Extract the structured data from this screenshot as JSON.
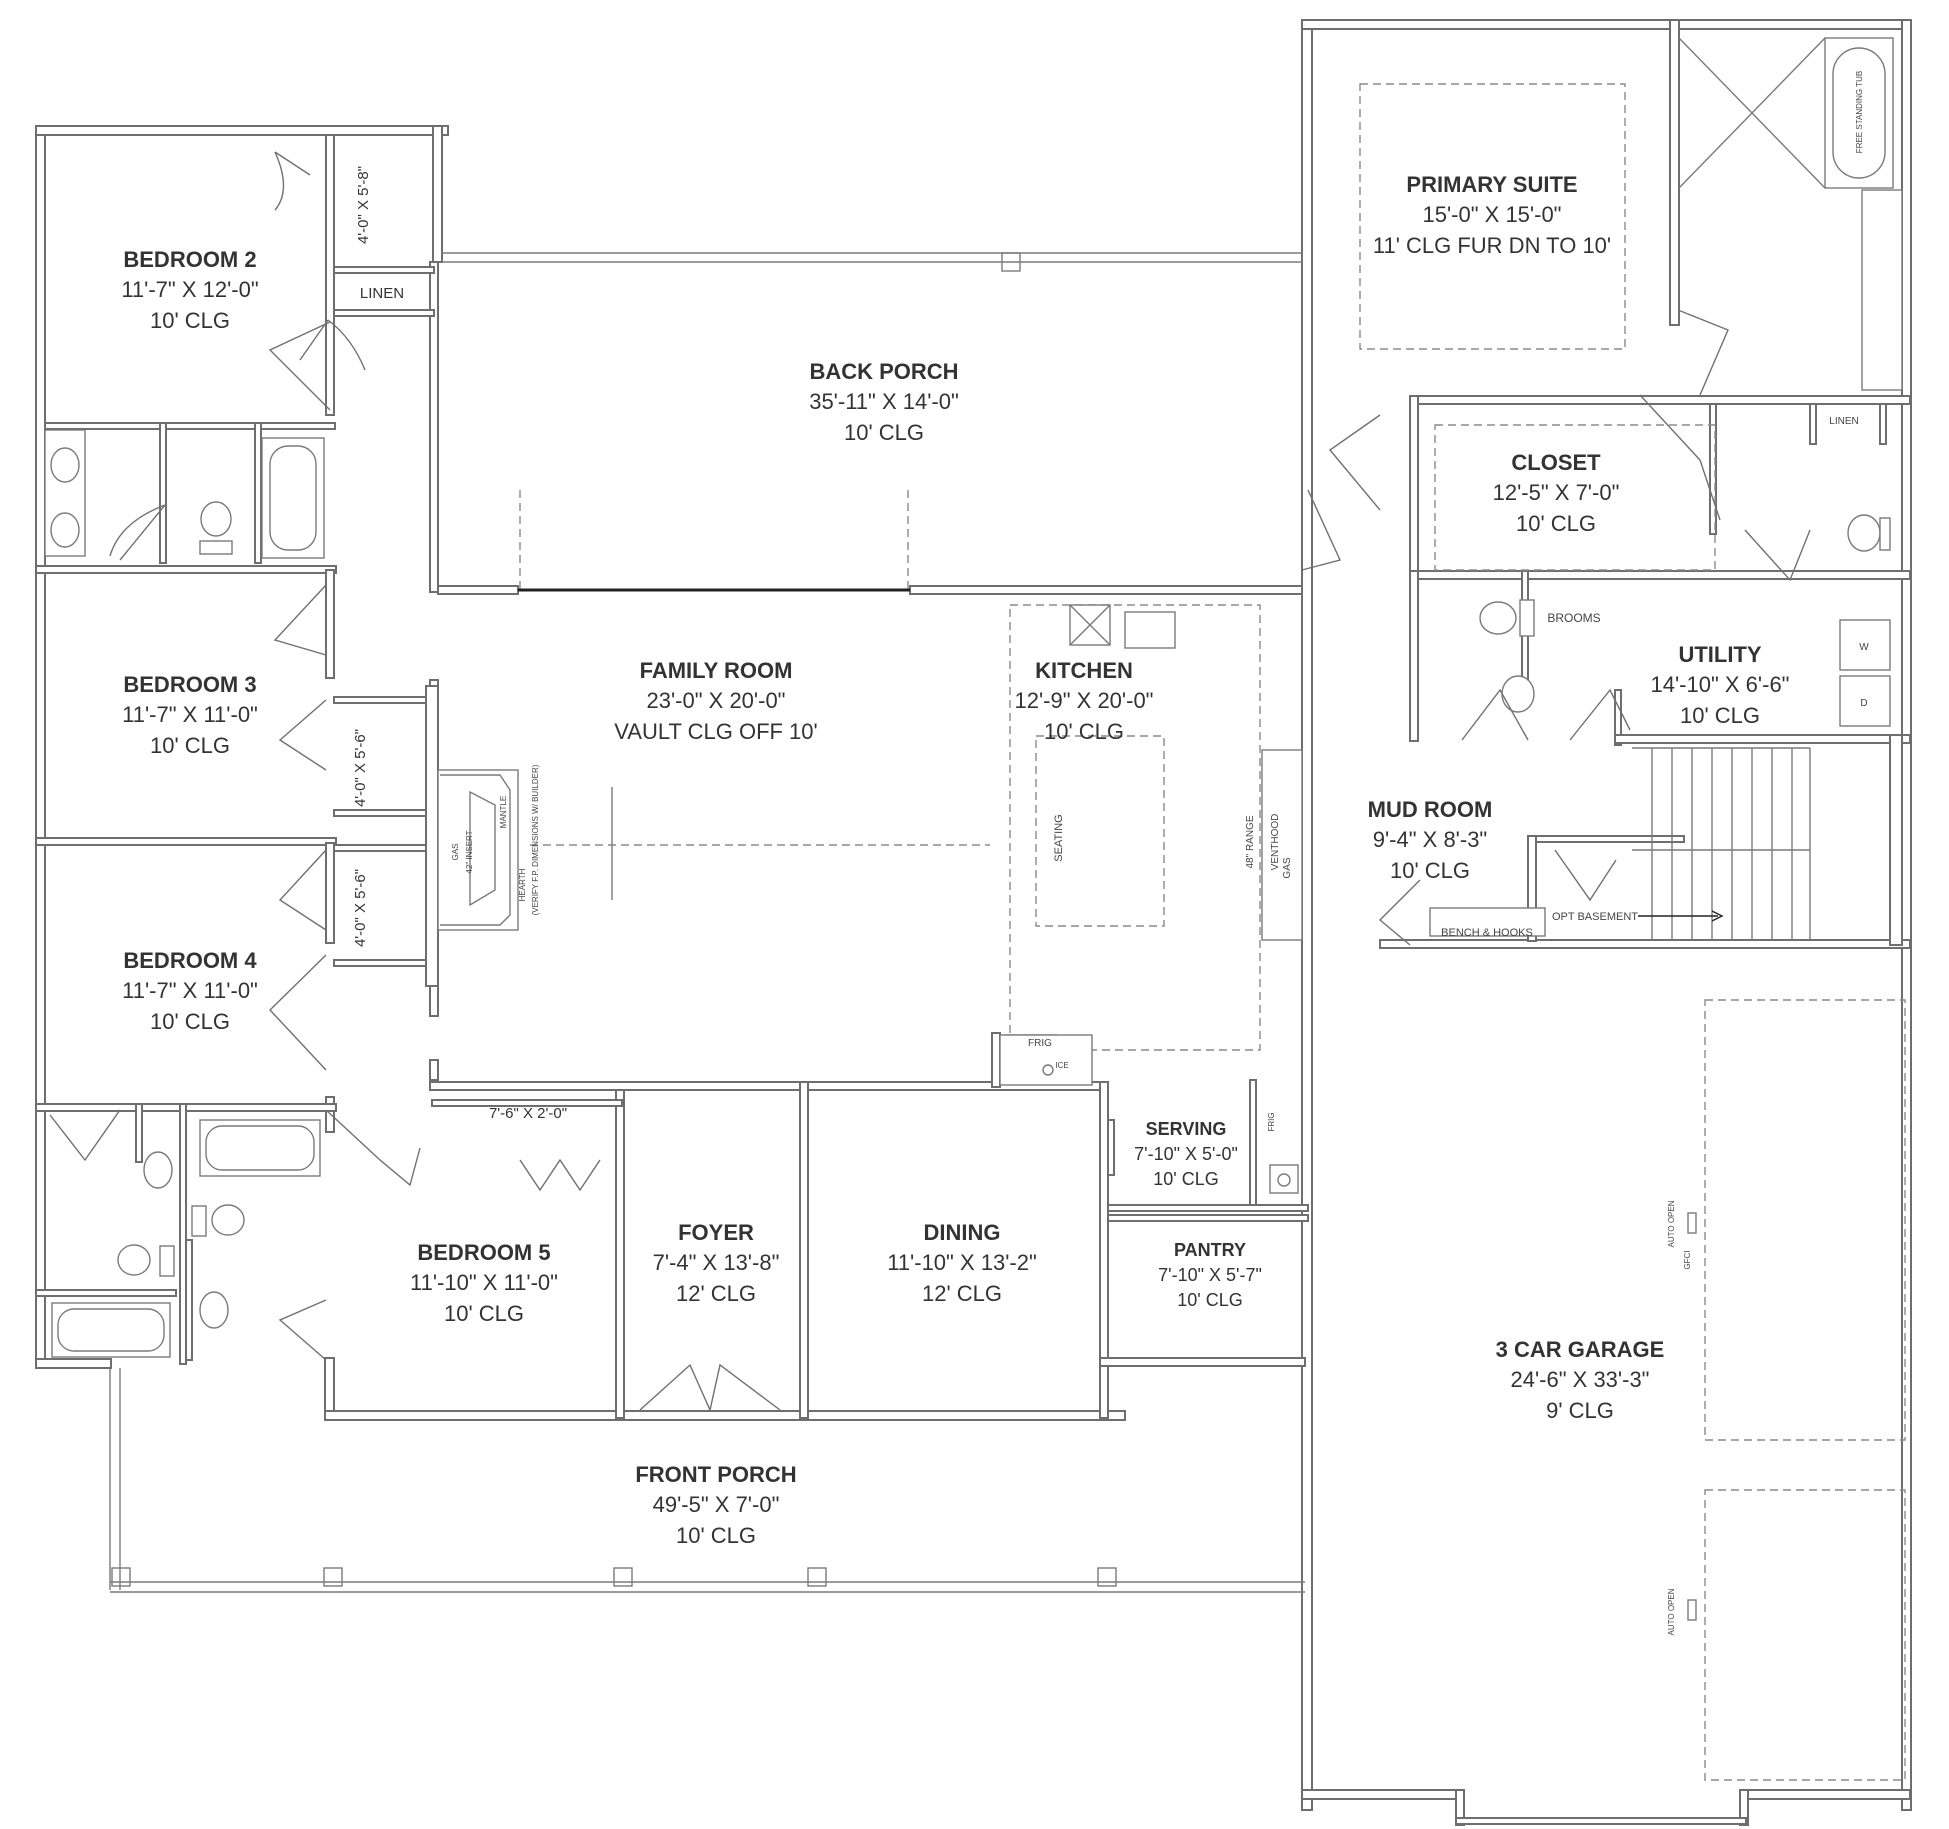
{
  "rooms": {
    "bedroom2": {
      "name": "BEDROOM 2",
      "dim": "11'-7\" X 12'-0\"",
      "clg": "10' CLG"
    },
    "bedroom3": {
      "name": "BEDROOM 3",
      "dim": "11'-7\" X 11'-0\"",
      "clg": "10' CLG"
    },
    "bedroom4": {
      "name": "BEDROOM 4",
      "dim": "11'-7\" X 11'-0\"",
      "clg": "10' CLG"
    },
    "bedroom5": {
      "name": "BEDROOM 5",
      "dim": "11'-10\" X 11'-0\"",
      "clg": "10' CLG"
    },
    "back_porch": {
      "name": "BACK PORCH",
      "dim": "35'-11\" X 14'-0\"",
      "clg": "10' CLG"
    },
    "family_room": {
      "name": "FAMILY ROOM",
      "dim": "23'-0\" X 20'-0\"",
      "clg": "VAULT CLG OFF 10'"
    },
    "kitchen": {
      "name": "KITCHEN",
      "dim": "12'-9\" X 20'-0\"",
      "clg": "10' CLG"
    },
    "primary_suite": {
      "name": "PRIMARY SUITE",
      "dim": "15'-0\" X 15'-0\"",
      "clg": "11' CLG FUR DN TO 10'"
    },
    "closet": {
      "name": "CLOSET",
      "dim": "12'-5\" X 7'-0\"",
      "clg": "10' CLG"
    },
    "utility": {
      "name": "UTILITY",
      "dim": "14'-10\" X 6'-6\"",
      "clg": "10' CLG"
    },
    "mud_room": {
      "name": "MUD ROOM",
      "dim": "9'-4\" X 8'-3\"",
      "clg": "10' CLG"
    },
    "foyer": {
      "name": "FOYER",
      "dim": "7'-4\" X 13'-8\"",
      "clg": "12' CLG"
    },
    "dining": {
      "name": "DINING",
      "dim": "11'-10\" X 13'-2\"",
      "clg": "12' CLG"
    },
    "serving": {
      "name": "SERVING",
      "dim": "7'-10\" X 5'-0\"",
      "clg": "10' CLG"
    },
    "pantry": {
      "name": "PANTRY",
      "dim": "7'-10\" X 5'-7\"",
      "clg": "10' CLG"
    },
    "garage": {
      "name": "3 CAR GARAGE",
      "dim": "24'-6\" X 33'-3\"",
      "clg": "9' CLG"
    },
    "front_porch": {
      "name": "FRONT PORCH",
      "dim": "49'-5\" X 7'-0\"",
      "clg": "10' CLG"
    }
  },
  "labels": {
    "linen": "LINEN",
    "linen_primary": "LINEN",
    "closet_bed2": "4'-0\" X 5'-8\"",
    "closet_bed3": "4'-0\" X 5'-6\"",
    "closet_bed4": "4'-0\" X 5'-6\"",
    "closet_bed5": "7'-6\" X 2'-0\"",
    "brooms": "BROOMS",
    "bench_hooks": "BENCH & HOOKS",
    "opt_basement": "OPT BASEMENT",
    "seating": "SEATING",
    "range": "48\" RANGE",
    "venthood": "VENTHOOD",
    "gas_kitchen": "GAS",
    "frig": "FRIG",
    "ice": "ICE",
    "frig_serving": "FRIG",
    "gas_fp": "GAS",
    "insert": "42\" INSERT",
    "mantle": "MANTLE",
    "hearth": "HEARTH",
    "hearth_note": "(VERIFY F.P. DIMENSIONS W/ BUILDER)",
    "washer": "W",
    "dryer": "D",
    "auto_open_1": "AUTO OPEN",
    "auto_open_2": "AUTO OPEN",
    "gfci": "GFCI",
    "freestanding_tub": "FREE STANDING TUB"
  }
}
